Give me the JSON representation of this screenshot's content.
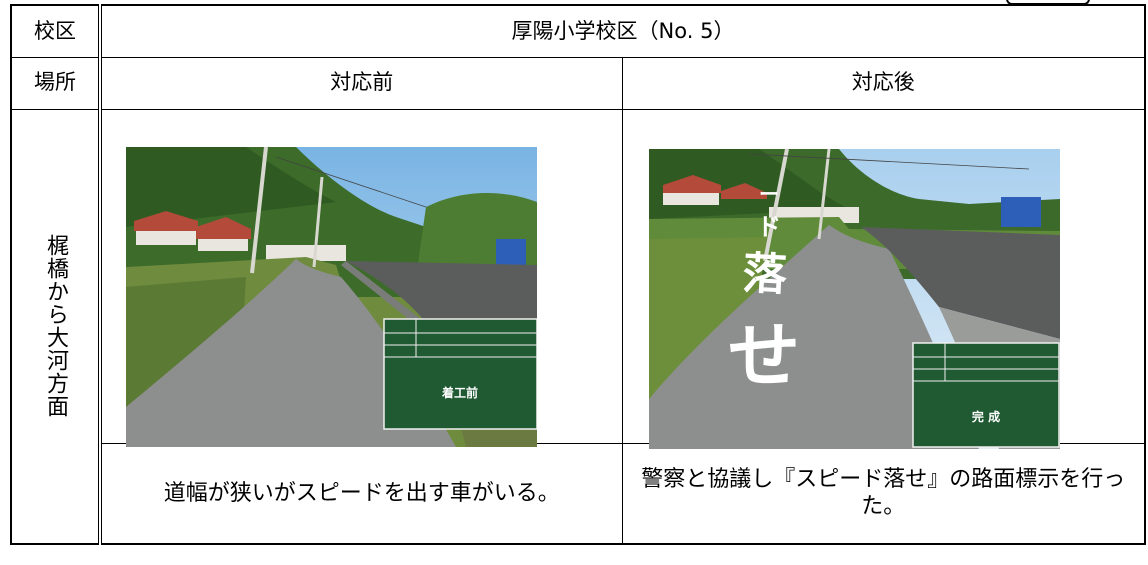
{
  "table": {
    "header_row": {
      "label": "校区",
      "value": "厚陽小学校区（No. 5）"
    },
    "column_row": {
      "label": "場所",
      "before": "対応前",
      "after": "対応後"
    },
    "place": "梶橋から大河方面",
    "before_photo": {
      "board_text": "着工前",
      "icon": "road-photo-before"
    },
    "after_photo": {
      "board_text": "完 成",
      "road_marking_text": "スピード落せ",
      "icon": "road-photo-after"
    },
    "before_description": "道幅が狭いがスピードを出す車がいる。",
    "after_description": "警察と協議し『スピード落せ』の路面標示を行った。"
  },
  "colors": {
    "border": "#000000",
    "board_green": "#1f5a32",
    "sky": "#8fc3ea",
    "road": "#8d8f8e",
    "foliage": "#3f6e2c",
    "wall": "#5b5d5c"
  }
}
